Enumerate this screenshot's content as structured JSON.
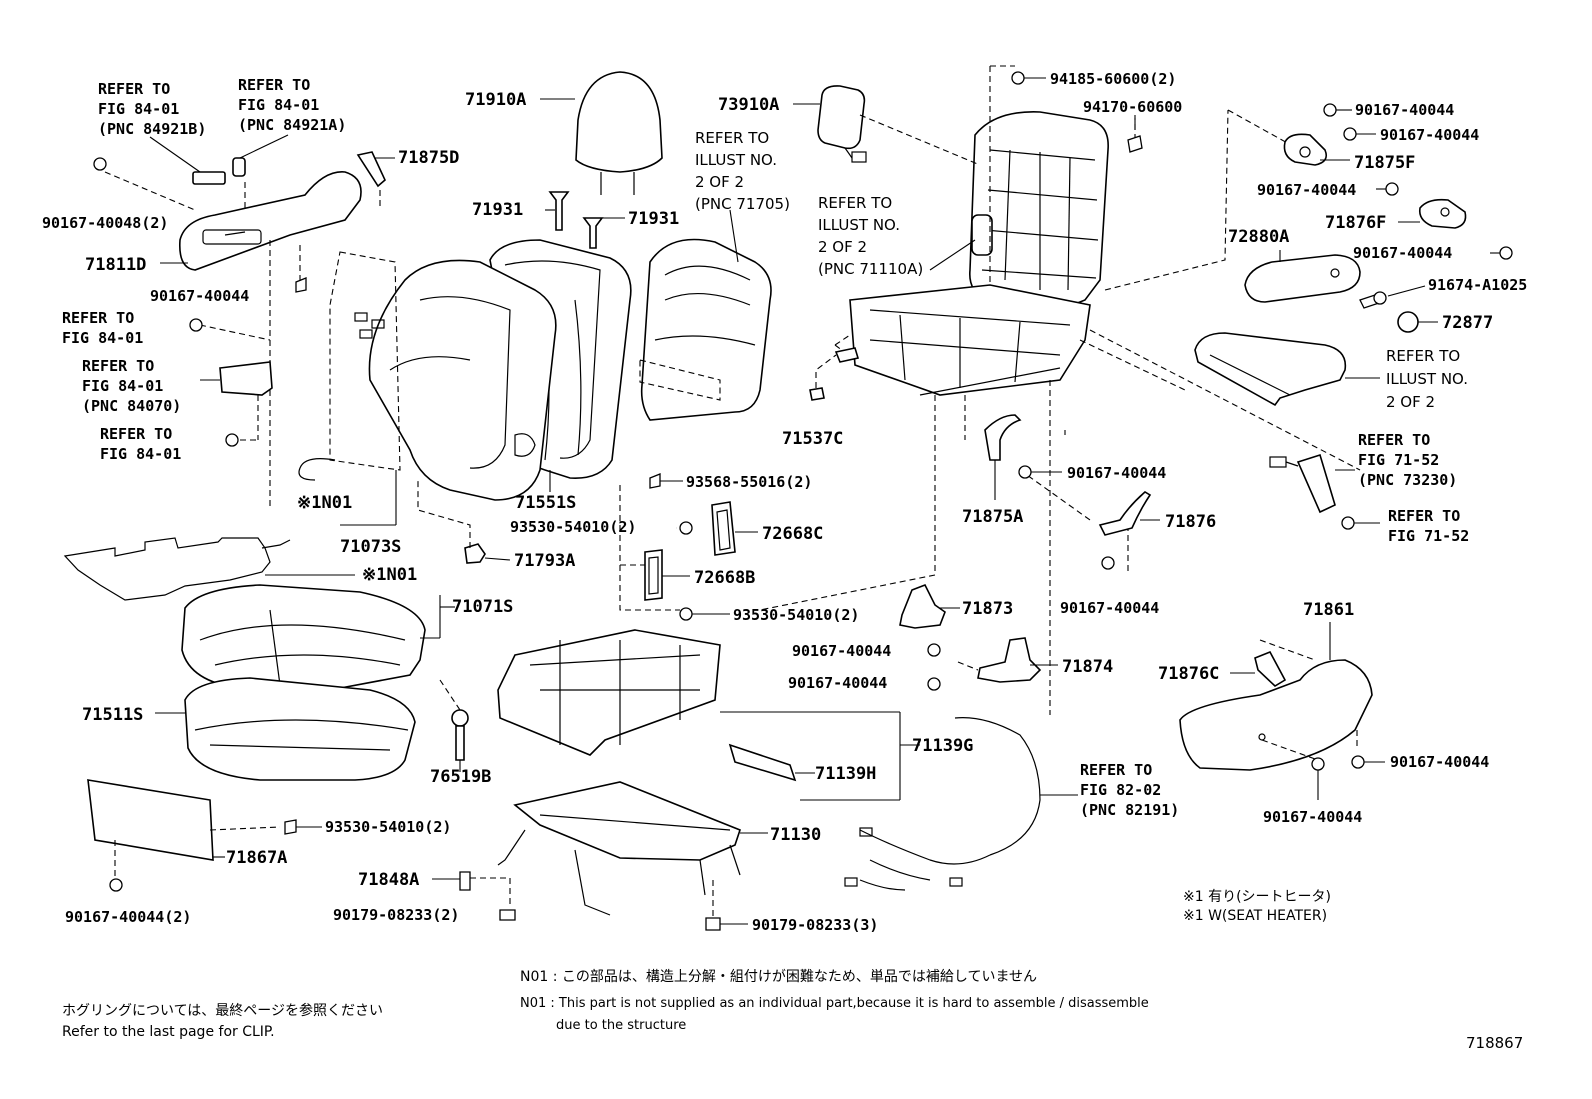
{
  "labels": {
    "l71910A": "71910A",
    "l73910A": "73910A",
    "l94185": "94185-60600(2)",
    "l94170": "94170-60600",
    "l90167_r1": "90167-40044",
    "l90167_r2": "90167-40044",
    "l71875F": "71875F",
    "l90167_r3": "90167-40044",
    "l71876F": "71876F",
    "l90167_r4": "90167-40044",
    "l72880A": "72880A",
    "l91674": "91674-A1025",
    "l72877": "72877",
    "l71875D": "71875D",
    "l90167_48": "90167-40048(2)",
    "l71811D": "71811D",
    "l90167_m1": "90167-40044",
    "l71931a": "71931",
    "l71931b": "71931",
    "l71537C": "71537C",
    "l71875A": "71875A",
    "l90167_m2": "90167-40044",
    "l71876": "71876",
    "l90167_m3": "90167-40044",
    "lN01a": "※1N01",
    "l71073S": "71073S",
    "l71551S": "71551S",
    "l93568": "93568-55016(2)",
    "l93530a": "93530-54010(2)",
    "l72668C": "72668C",
    "l71793A": "71793A",
    "l72668B": "72668B",
    "lN01b": "※1N01",
    "l71071S": "71071S",
    "l93530b": "93530-54010(2)",
    "l71873": "71873",
    "l90167_m4": "90167-40044",
    "l90167_m5": "90167-40044",
    "l71874": "71874",
    "l71861": "71861",
    "l71876C": "71876C",
    "l71511S": "71511S",
    "l76519B": "76519B",
    "l71139G": "71139G",
    "l71139H": "71139H",
    "l90167_r5": "90167-40044",
    "l90167_r6": "90167-40044",
    "l93530c": "93530-54010(2)",
    "l71867A": "71867A",
    "l71130": "71130",
    "l71848A": "71848A",
    "l90179a": "90179-08233(2)",
    "l90179b": "90179-08233(3)",
    "l90167_44_2": "90167-40044(2)"
  },
  "refs": {
    "r1": [
      "REFER TO",
      "FIG 84-01",
      "(PNC 84921B)"
    ],
    "r2": [
      "REFER TO",
      "FIG 84-01",
      "(PNC 84921A)"
    ],
    "r3": [
      "REFER TO",
      "ILLUST NO.",
      "2 OF 2",
      "(PNC 71705)"
    ],
    "r4": [
      "REFER TO",
      "ILLUST NO.",
      "2 OF 2",
      "(PNC 71110A)"
    ],
    "r5": [
      "REFER TO",
      "FIG 84-01"
    ],
    "r6": [
      "REFER TO",
      "FIG 84-01",
      "(PNC 84070)"
    ],
    "r7": [
      "REFER TO",
      "FIG 84-01"
    ],
    "r8": [
      "REFER TO",
      "ILLUST NO.",
      "2 OF 2"
    ],
    "r9": [
      "REFER TO",
      "FIG 71-52",
      "(PNC 73230)"
    ],
    "r10": [
      "REFER TO",
      "FIG 71-52"
    ],
    "r11": [
      "REFER TO",
      "FIG 82-02",
      "(PNC 82191)"
    ]
  },
  "notes": {
    "heater_jp": "※1  有り(シートヒータ)",
    "heater_en": "※1  W(SEAT HEATER)",
    "n01_jp": "N01 : この部品は、構造上分解・組付けが困難なため、単品では補給していません",
    "n01_en_1": "N01 : This part is not supplied as an individual part,because it is hard to assemble / disassemble",
    "n01_en_2": "due to the structure",
    "clip_jp": "ホグリングについては、最終ページを参照ください",
    "clip_en": "Refer to the last page for CLIP.",
    "figure_no": "718867"
  }
}
